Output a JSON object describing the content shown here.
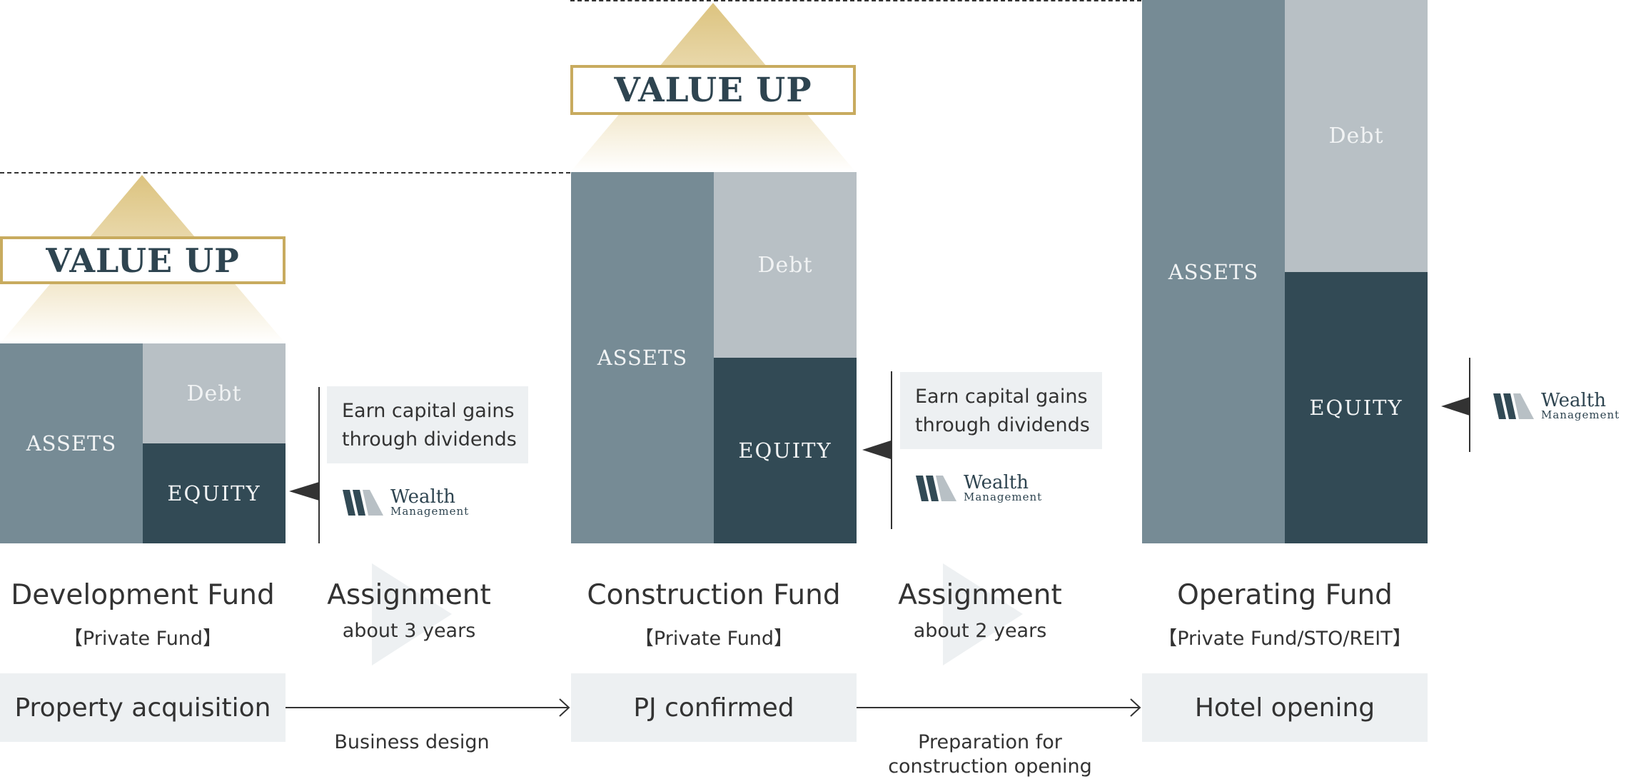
{
  "colors": {
    "assets": "#768b95",
    "debt": "#b8c0c5",
    "equity": "#324a55",
    "gold": "#c8ab5f",
    "panel": "#edf0f2",
    "text": "#333333"
  },
  "value_up_label": "VALUE UP",
  "balance_labels": {
    "assets": "ASSETS",
    "debt": "Debt",
    "equity": "EQUITY"
  },
  "note_text": [
    "Earn capital gains",
    "through dividends"
  ],
  "wealth_logo": {
    "line1": "Wealth",
    "line2": "Management"
  },
  "funds": [
    {
      "title": "Development Fund",
      "subtitle": "【Private Fund】",
      "milestone": "Property acquisition"
    },
    {
      "title": "Construction Fund",
      "subtitle": "【Private Fund】",
      "milestone": "PJ confirmed"
    },
    {
      "title": "Operating Fund",
      "subtitle": "【Private Fund/STO/REIT】",
      "milestone": "Hotel opening"
    }
  ],
  "assignments": [
    {
      "title": "Assignment",
      "duration": "about 3 years",
      "caption": "Business design"
    },
    {
      "title": "Assignment",
      "duration": "about 2 years",
      "caption_lines": [
        "Preparation for",
        "construction opening"
      ]
    }
  ]
}
